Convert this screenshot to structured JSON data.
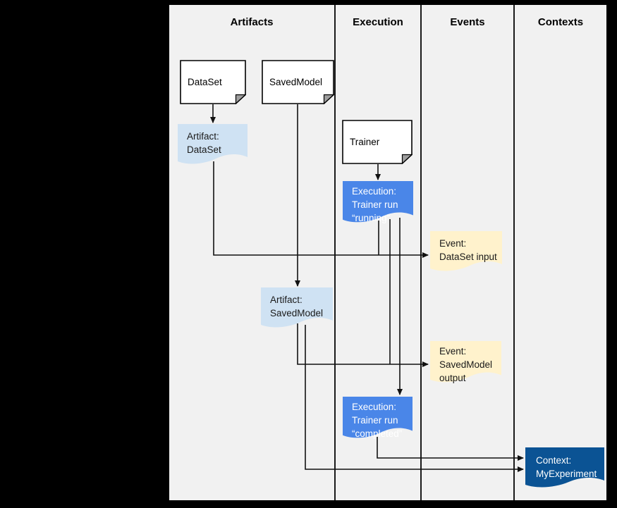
{
  "colors": {
    "outer_bg": "#000000",
    "panel_bg": "#f1f1f1",
    "doc_fill": "#ffffff",
    "doc_fold": "#9e9e9e",
    "artifact_fill": "#cfe2f3",
    "execution_fill": "#4a86e8",
    "event_fill": "#fff2cc",
    "context_fill": "#0b5394",
    "line": "#111111"
  },
  "columns": [
    {
      "label": "Artifacts"
    },
    {
      "label": "Execution"
    },
    {
      "label": "Events"
    },
    {
      "label": "Contexts"
    }
  ],
  "nodes": {
    "dataset_doc": {
      "label": "DataSet"
    },
    "savedmodel_doc": {
      "label": "SavedModel"
    },
    "trainer_doc": {
      "label": "Trainer"
    },
    "artifact_dataset": {
      "lines": [
        "Artifact:",
        "DataSet"
      ]
    },
    "execution_running": {
      "lines": [
        "Execution:",
        "Trainer run",
        "“running”"
      ]
    },
    "event_dataset_input": {
      "lines": [
        "Event:",
        "DataSet input"
      ]
    },
    "artifact_savedmodel": {
      "lines": [
        "Artifact:",
        "SavedModel"
      ]
    },
    "event_savedmodel_output": {
      "lines": [
        "Event:",
        "SavedModel",
        "output"
      ]
    },
    "execution_completed": {
      "lines": [
        "Execution:",
        "Trainer run",
        "“completed”"
      ]
    },
    "context_myexperiment": {
      "lines": [
        "Context:",
        "MyExperiment"
      ]
    }
  }
}
